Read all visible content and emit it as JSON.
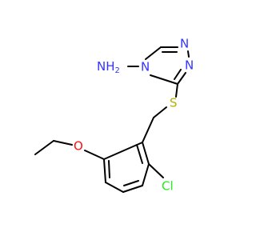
{
  "molecule": {
    "atoms": {
      "nh2": "NH",
      "nh2_sub": "2",
      "n_ring4": "N",
      "n_ring1": "N",
      "n_ring2": "N",
      "s": "S",
      "o": "O",
      "cl": "Cl"
    },
    "colors": {
      "bond": "#000000",
      "nitrogen": "#3333ff",
      "sulfur": "#b2b200",
      "oxygen": "#ff0d0d",
      "chlorine": "#1ff01f"
    }
  }
}
